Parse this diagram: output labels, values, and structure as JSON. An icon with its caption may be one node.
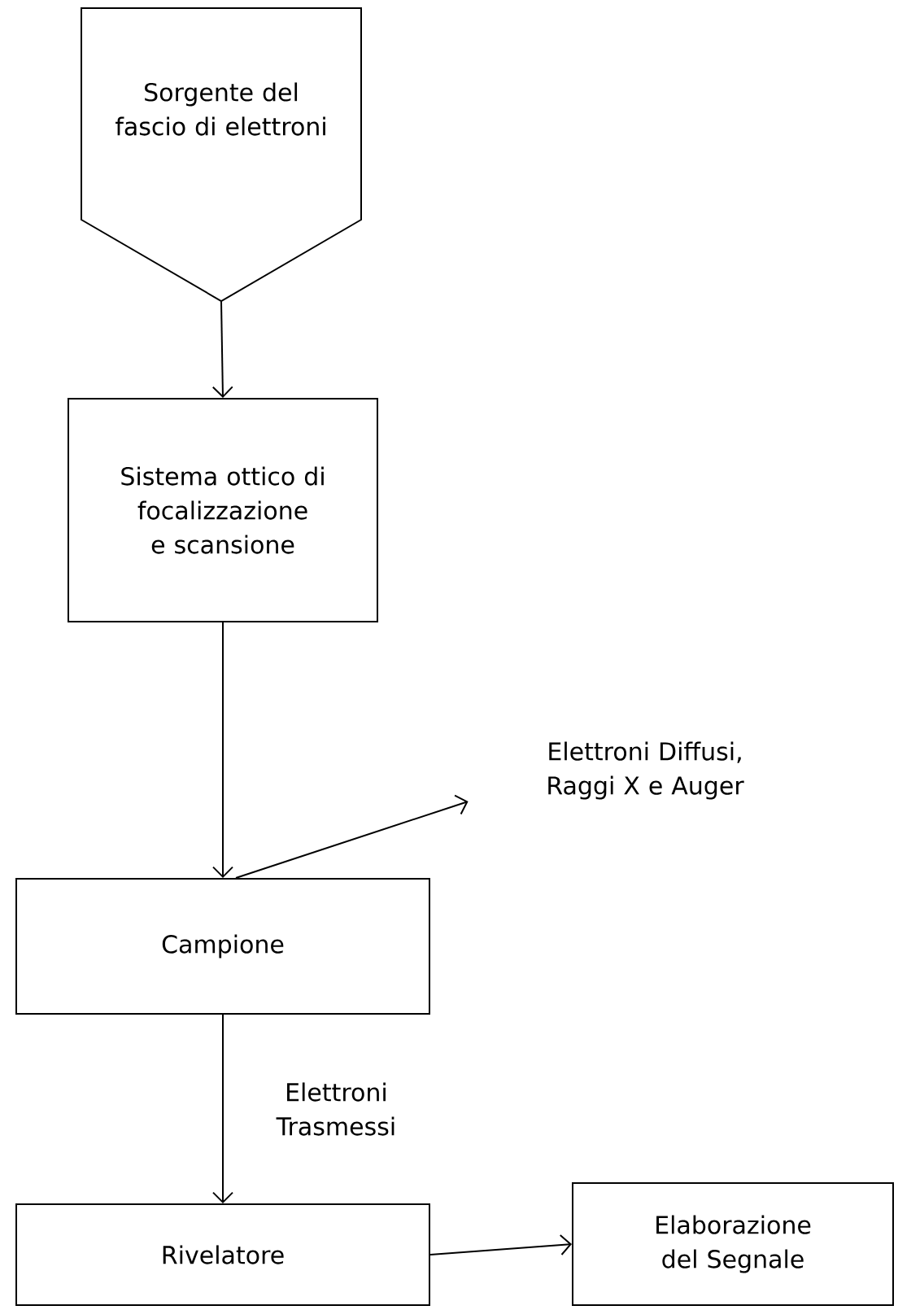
{
  "diagram": {
    "nodes": [
      {
        "text": [
          "Sorgente del fascio di elettroni"
        ]
      },
      {
        "text": [
          "Sistema ottico di focalizzazione e scansione"
        ]
      },
      {
        "text": [
          "Campione"
        ]
      },
      {
        "text": [
          "Rivelatore"
        ]
      },
      {
        "text": [
          "Elaborazione del Segnale"
        ]
      },
      {
        "text": [
          "Elettroni Diffusi, Raggi X e Auger"
        ]
      }
    ],
    "edges": [
      {
        "from": 0,
        "to": 1,
        "arrow": "to"
      },
      {
        "from": 1,
        "to": 2,
        "arrow": "to"
      },
      {
        "from": 2,
        "to": 5,
        "arrow": "to"
      },
      {
        "from": 2,
        "to": 3,
        "arrow": "to",
        "label": "Elettroni Trasmessi"
      },
      {
        "from": 3,
        "to": 4,
        "arrow": "to"
      }
    ]
  }
}
